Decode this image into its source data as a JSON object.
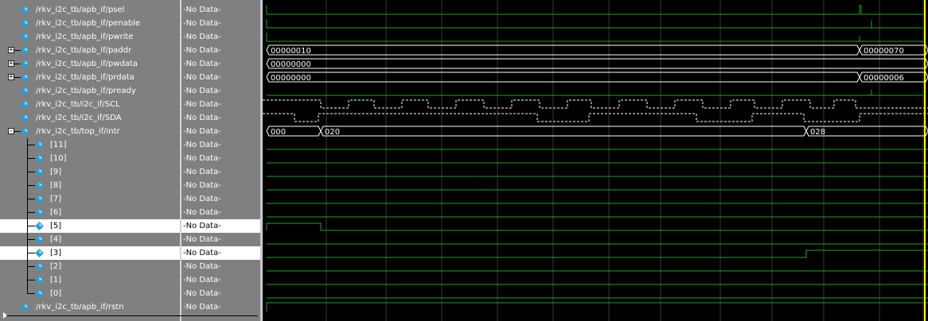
{
  "signals": [
    {
      "name": "/rkv_i2c_tb/apb_if/psel",
      "value": "-No Data-",
      "expander": null,
      "indent": 0
    },
    {
      "name": "/rkv_i2c_tb/apb_if/penable",
      "value": "-No Data-",
      "expander": null,
      "indent": 0
    },
    {
      "name": "/rkv_i2c_tb/apb_if/pwrite",
      "value": "-No Data-",
      "expander": null,
      "indent": 0
    },
    {
      "name": "/rkv_i2c_tb/apb_if/paddr",
      "value": "-No Data-",
      "expander": "+",
      "indent": 0
    },
    {
      "name": "/rkv_i2c_tb/apb_if/pwdata",
      "value": "-No Data-",
      "expander": "+",
      "indent": 0
    },
    {
      "name": "/rkv_i2c_tb/apb_if/prdata",
      "value": "-No Data-",
      "expander": "+",
      "indent": 0
    },
    {
      "name": "/rkv_i2c_tb/apb_if/pready",
      "value": "-No Data-",
      "expander": null,
      "indent": 0
    },
    {
      "name": "/rkv_i2c_tb/i2c_if/SCL",
      "value": "-No Data-",
      "expander": null,
      "indent": 0
    },
    {
      "name": "/rkv_i2c_tb/i2c_if/SDA",
      "value": "-No Data-",
      "expander": null,
      "indent": 0
    },
    {
      "name": "/rkv_i2c_tb/top_if/intr",
      "value": "-No Data-",
      "expander": "-",
      "indent": 0
    },
    {
      "name": "[11]",
      "value": "-No Data-",
      "expander": null,
      "indent": 1
    },
    {
      "name": "[10]",
      "value": "-No Data-",
      "expander": null,
      "indent": 1
    },
    {
      "name": "[9]",
      "value": "-No Data-",
      "expander": null,
      "indent": 1
    },
    {
      "name": "[8]",
      "value": "-No Data-",
      "expander": null,
      "indent": 1
    },
    {
      "name": "[7]",
      "value": "-No Data-",
      "expander": null,
      "indent": 1
    },
    {
      "name": "[6]",
      "value": "-No Data-",
      "expander": null,
      "indent": 1
    },
    {
      "name": "[5]",
      "value": "-No Data-",
      "expander": null,
      "indent": 1,
      "selected": true
    },
    {
      "name": "[4]",
      "value": "-No Data-",
      "expander": null,
      "indent": 1
    },
    {
      "name": "[3]",
      "value": "-No Data-",
      "expander": null,
      "indent": 1,
      "selected": true
    },
    {
      "name": "[2]",
      "value": "-No Data-",
      "expander": null,
      "indent": 1
    },
    {
      "name": "[1]",
      "value": "-No Data-",
      "expander": null,
      "indent": 1
    },
    {
      "name": "[0]",
      "value": "-No Data-",
      "expander": null,
      "indent": 1
    },
    {
      "name": "/rkv_i2c_tb/apb_if/rstn",
      "value": "-No Data-",
      "expander": null,
      "indent": 0
    }
  ],
  "bus_values": {
    "paddr": [
      "00000010",
      "00000070"
    ],
    "pwdata": [
      "00000000"
    ],
    "prdata": [
      "00000000",
      "00000006"
    ],
    "intr": [
      "000",
      "020",
      "028"
    ]
  },
  "colors": {
    "wave_green": "#1fa51f",
    "bus_white": "#ffffff",
    "grid": "#3a3a3a",
    "cursor": "#ffff00",
    "diamond": "#2a9fd6"
  }
}
